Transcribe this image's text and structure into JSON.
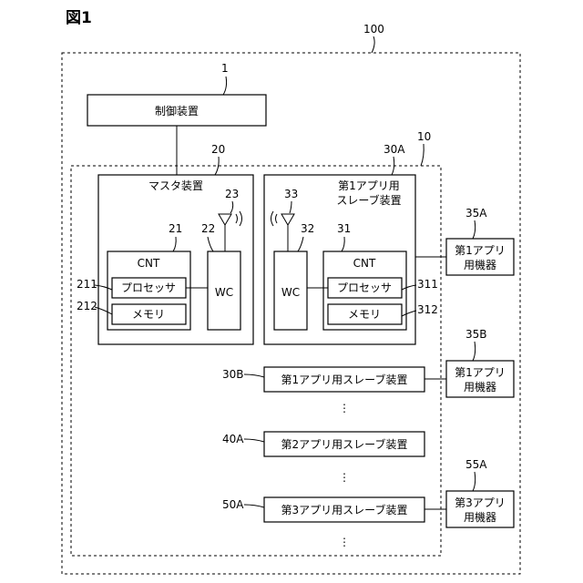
{
  "figure_title": "図1",
  "refs": {
    "r100": "100",
    "r1": "1",
    "r10": "10",
    "r20": "20",
    "r30a": "30A",
    "r23": "23",
    "r33": "33",
    "r21": "21",
    "r22": "22",
    "r32": "32",
    "r31": "31",
    "r35a": "35A",
    "r211": "211",
    "r212": "212",
    "r311": "311",
    "r312": "312",
    "r35b": "35B",
    "r30b": "30B",
    "r40a": "40A",
    "r55a": "55A",
    "r50a": "50A"
  },
  "labels": {
    "controller": "制御装置",
    "master": "マスタ装置",
    "slave_1a_line1": "第1アプリ用",
    "slave_1a_line2": "スレーブ装置",
    "cnt": "CNT",
    "wc": "WC",
    "processor": "プロセッサ",
    "memory": "メモリ",
    "device_1a_line1": "第1アプリ",
    "device_1a_line2": "用機器",
    "slave_30b": "第1アプリ用スレーブ装置",
    "slave_40a": "第2アプリ用スレーブ装置",
    "slave_50a": "第3アプリ用スレーブ装置",
    "device_3a_line1": "第3アプリ",
    "device_3a_line2": "用機器",
    "ellipsis": "⋮"
  }
}
